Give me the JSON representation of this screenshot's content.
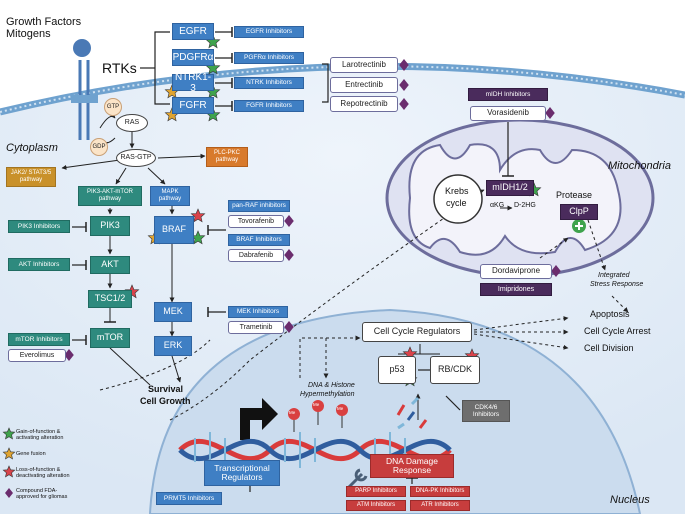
{
  "labels": {
    "growth_factors": "Growth Factors",
    "mitogens": "Mitogens",
    "rtks": "RTKs",
    "cytoplasm": "Cytoplasm",
    "mitochondria": "Mitochondria",
    "nucleus": "Nucleus",
    "gtp": "GTP",
    "gdp": "GDP",
    "ras": "RAS",
    "ras_gtp": "RAS-GTP",
    "krebs": "Krebs",
    "cycle": "cycle",
    "akg": "αKG",
    "d2hg": "D-2HG",
    "protease": "Protease",
    "survival": "Survival",
    "cell_growth": "Cell Growth",
    "dna_hypermethylation_1": "DNA & Histone",
    "dna_hypermethylation_2": "Hypermethylation",
    "integrated_1": "Integrated",
    "integrated_2": "Stress Response",
    "apoptosis": "Apoptosis",
    "cell_cycle_arrest": "Cell Cycle Arrest",
    "cell_division": "Cell Division",
    "me": "Me"
  },
  "rtk_receptors": [
    {
      "name": "EGFR",
      "inhibitor": "EGFR Inhibitors"
    },
    {
      "name": "PDGFRα",
      "inhibitor": "PGFRα Inhibitors"
    },
    {
      "name": "NTRK1-3",
      "inhibitor": "NTRK Inhibitors"
    },
    {
      "name": "FGFR",
      "inhibitor": "FGFR Inhibitors"
    }
  ],
  "ntrk_drugs": [
    "Larotrectinib",
    "Entrectinib",
    "Repotrectinib"
  ],
  "pathways": {
    "jak": "JAK2/ STAT3/5 pathway",
    "plc": "PLC-PKC pathway",
    "pik3": "PIK3-AKT-mTOR pathway",
    "mapk": "MAPK pathway"
  },
  "nodes": {
    "pik3": "PIK3",
    "akt": "AKT",
    "tsc": "TSC1/2",
    "mtor": "mTOR",
    "braf": "BRAF",
    "mek": "MEK",
    "erk": "ERK",
    "midh": "mIDH1/2",
    "clpp": "ClpP",
    "cell_cycle_regulators": "Cell Cycle Regulators",
    "p53": "p53",
    "rbcdk": "RB/CDK",
    "transcriptional": "Transcriptional Regulators",
    "dna_damage": "DNA Damage Response"
  },
  "inhibitors": {
    "pik3": "PIK3 Inhibitors",
    "akt": "AKT Inhibitors",
    "mtor": "mTOR Inhibitors",
    "everolimus": "Everolimus",
    "pan_raf": "pan-RAF inhibitors",
    "tovorafenib": "Tovorafenib",
    "braf": "BRAF Inhibitors",
    "dabrafenib": "Dabrafenib",
    "mek": "MEK Inhibitors",
    "trametinib": "Trametinib",
    "midh": "mIDH Inhibitors",
    "vorasidenib": "Vorasidenib",
    "dordaviprone": "Dordaviprone",
    "imipridones": "Imipridones",
    "cdk46": "CDK4/6 Inhibitors",
    "prmt5": "PRMT5 Inhibitors",
    "parp": "PARP Inhibitors",
    "dnapk": "DNA-PK Inhibitors",
    "atm": "ATM Inhibitors",
    "atr": "ATR Inhibitors"
  },
  "legend": [
    {
      "marker": "green-star",
      "text": "Gain-of-function & activating alteration"
    },
    {
      "marker": "gold-star",
      "text": "Gene fusion"
    },
    {
      "marker": "red-star",
      "text": "Loss-of-function & deactivating alteration"
    },
    {
      "marker": "purple-diamond",
      "text": "Compound FDA-approved for gliomas"
    }
  ],
  "colors": {
    "blue": "#3f7fc4",
    "teal": "#2e8a7e",
    "dark_purple": "#4a2b5c",
    "red": "#c73d3d",
    "green_star": "#3fa34d",
    "gold_star": "#e0a431",
    "red_star": "#d9434b",
    "purple_diamond": "#6b2d6e"
  }
}
